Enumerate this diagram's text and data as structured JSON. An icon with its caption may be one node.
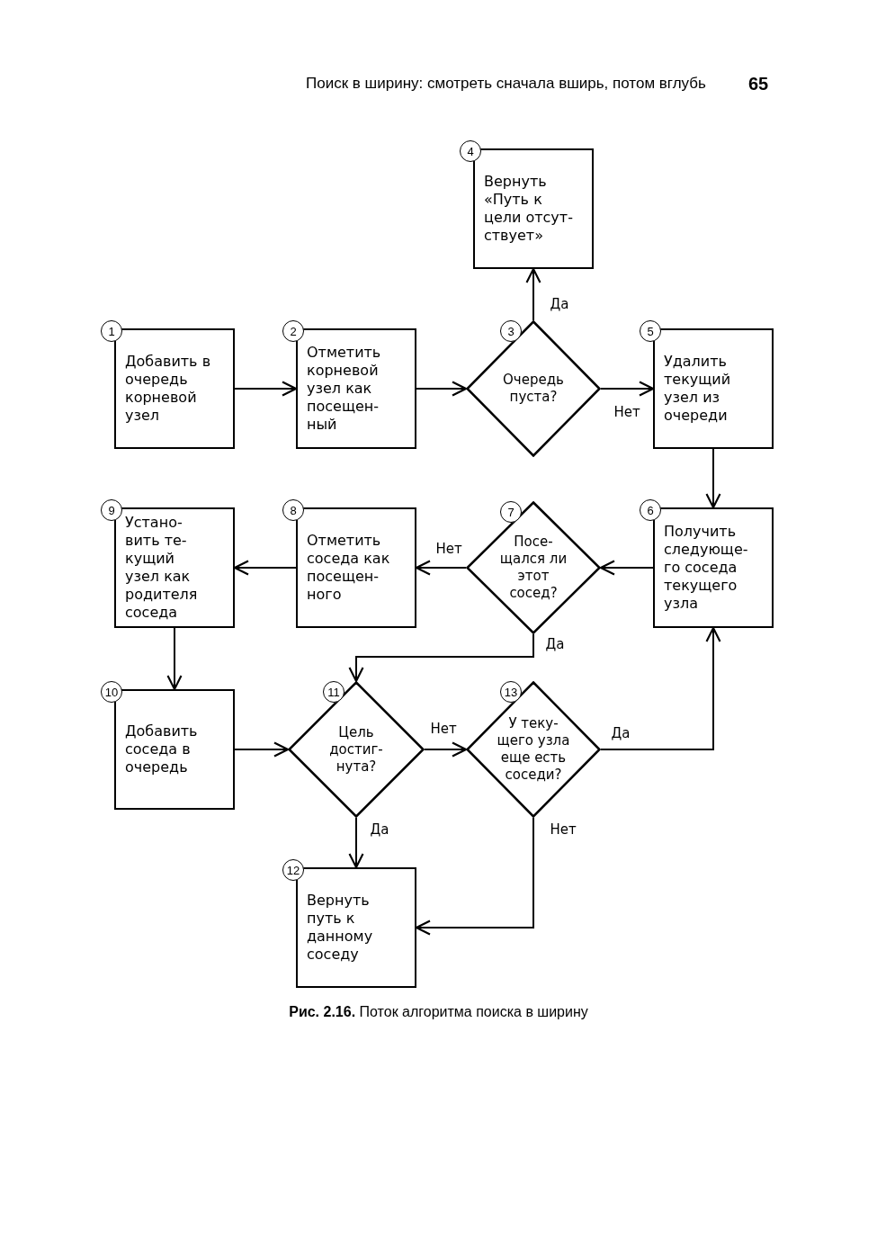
{
  "diagram": {
    "caption": "**Рис. 2.16.** Поток алгоритма поиска в ширину",
    "nodes": [
      {
        "text": [
          "Добавить в очередь корневой узел"
        ],
        "beside": [
          "1"
        ]
      },
      {
        "text": [
          "Отметить корневой узел как посещен- ный"
        ],
        "beside": [
          "2"
        ]
      },
      {
        "text": [
          "Очередь пуста?"
        ],
        "beside": [
          "3"
        ]
      },
      {
        "text": [
          "Вернуть «Путь к цели отсут- ствует»"
        ],
        "beside": [
          "4"
        ]
      },
      {
        "text": [
          "Удалить текущий узел из очереди"
        ],
        "beside": [
          "5"
        ]
      },
      {
        "text": [
          "Получить следующе- го соседа текущего узла"
        ],
        "beside": [
          "6"
        ]
      },
      {
        "text": [
          "Посе- щался ли этот сосед?"
        ],
        "beside": [
          "7"
        ]
      },
      {
        "text": [
          "Отметить соседа как посещен- ного"
        ],
        "beside": [
          "8"
        ]
      },
      {
        "text": [
          "Устано- вить те- кущий узел как родителя соседа"
        ],
        "beside": [
          "9"
        ]
      },
      {
        "text": [
          "Добавить соседа в очередь"
        ],
        "beside": [
          "10"
        ]
      },
      {
        "text": [
          "Цель достиг- нута?"
        ],
        "beside": [
          "11"
        ]
      },
      {
        "text": [
          "Вернуть путь к данному соседу"
        ],
        "beside": [
          "12"
        ]
      },
      {
        "text": [
          "У теку- щего узла еще есть соседи?"
        ],
        "beside": [
          "13"
        ]
      }
    ],
    "edges": [
      {
        "from": 0,
        "to": 1,
        "arrow": "to"
      },
      {
        "from": 1,
        "to": 2,
        "arrow": "to"
      },
      {
        "from": 2,
        "to": 3,
        "arrow": "to",
        "label": "Да"
      },
      {
        "from": 2,
        "to": 4,
        "arrow": "to",
        "label": "Нет"
      },
      {
        "from": 4,
        "to": 5,
        "arrow": "to"
      },
      {
        "from": 5,
        "to": 6,
        "arrow": "to"
      },
      {
        "from": 6,
        "to": 7,
        "arrow": "to",
        "label": "Нет"
      },
      {
        "from": 7,
        "to": 8,
        "arrow": "to"
      },
      {
        "from": 8,
        "to": 9,
        "arrow": "to"
      },
      {
        "from": 9,
        "to": 10,
        "arrow": "to"
      },
      {
        "from": 6,
        "to": 10,
        "arrow": "to",
        "label": "Да"
      },
      {
        "from": 10,
        "to": 12,
        "arrow": "to",
        "label": "Нет"
      },
      {
        "from": 10,
        "to": 11,
        "arrow": "to",
        "label": "Да"
      },
      {
        "from": 12,
        "to": 5,
        "arrow": "to",
        "label": "Да"
      },
      {
        "from": 12,
        "to": 11,
        "arrow": "to",
        "label": "Нет"
      }
    ],
    "labels": [
      "Поиск в ширину: смотреть сначала вширь, потом вглубь",
      "65"
    ]
  }
}
